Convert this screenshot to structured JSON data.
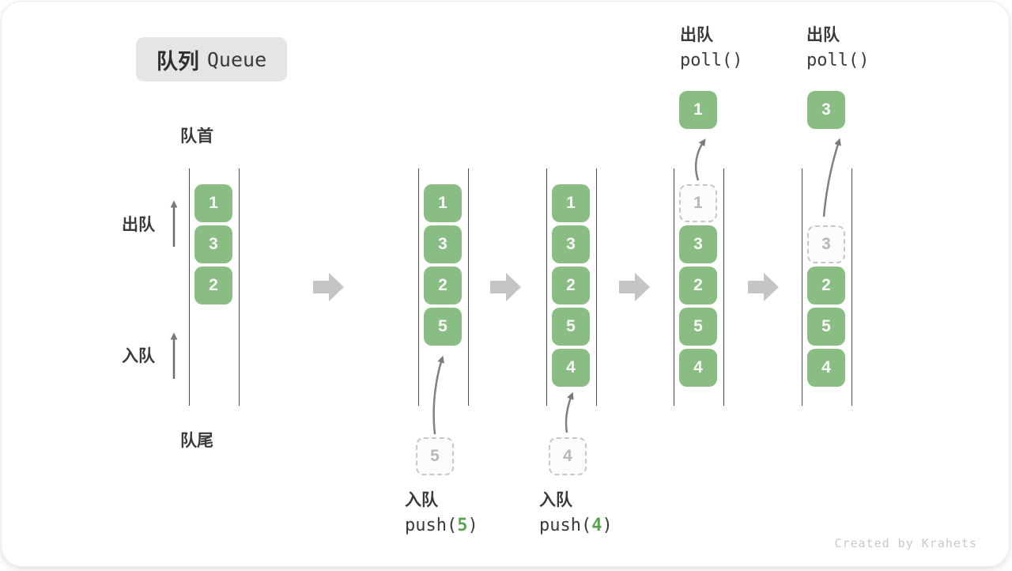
{
  "title": {
    "zh": "队列",
    "en": "Queue"
  },
  "labels": {
    "front": "队首",
    "rear": "队尾",
    "dequeue": "出队",
    "enqueue": "入队"
  },
  "footer": {
    "credit": "Created by Krahets"
  },
  "colors": {
    "item_green": "#8abd84",
    "arg_green": "#5da254",
    "channel_line": "#4d4d4d",
    "flow_arrow_gray": "#c5c5c5",
    "dashed_border": "#c8c8c8",
    "badge_bg": "#e5e5e5"
  },
  "columns": [
    {
      "name": "state-initial",
      "slots": [
        "1",
        "3",
        "2"
      ]
    },
    {
      "name": "state-after-push-5",
      "slots": [
        "1",
        "3",
        "2",
        "5"
      ],
      "pending": "5",
      "operation": {
        "label": "入队",
        "fn": "push(",
        "arg": "5",
        "close": ")"
      }
    },
    {
      "name": "state-after-push-4",
      "slots": [
        "1",
        "3",
        "2",
        "5",
        "4"
      ],
      "pending": "4",
      "operation": {
        "label": "入队",
        "fn": "push(",
        "arg": "4",
        "close": ")"
      }
    },
    {
      "name": "state-after-poll-1",
      "removed": "1",
      "slots": [
        "3",
        "2",
        "5",
        "4"
      ],
      "popped": "1",
      "operation": {
        "label": "出队",
        "fn": "poll()"
      }
    },
    {
      "name": "state-after-poll-3",
      "removed": "3",
      "slots": [
        "2",
        "5",
        "4"
      ],
      "popped": "3",
      "operation": {
        "label": "出队",
        "fn": "poll()"
      }
    }
  ]
}
